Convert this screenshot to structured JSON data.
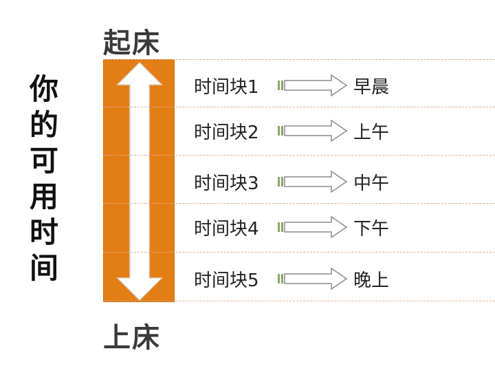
{
  "side_title": [
    "你",
    "的",
    "可",
    "用",
    "时",
    "间"
  ],
  "top_label": "起床",
  "bottom_label": "上床",
  "colors": {
    "bar": "#e37e14",
    "arrow": "#ffffff",
    "divider": "#e0b08a"
  },
  "rows": [
    {
      "block": "时间块1",
      "period": "早晨"
    },
    {
      "block": "时间块2",
      "period": "上午"
    },
    {
      "block": "时间块3",
      "period": "中午"
    },
    {
      "block": "时间块4",
      "period": "下午"
    },
    {
      "block": "时间块5",
      "period": "晚上"
    }
  ]
}
